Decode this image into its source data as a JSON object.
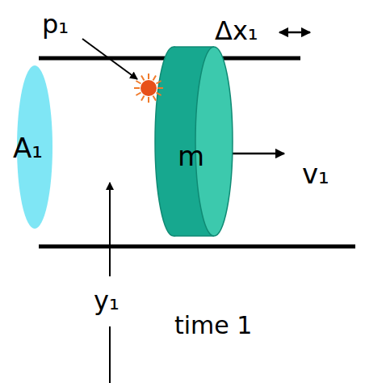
{
  "diagram": {
    "nodes": [
      {
        "text": [
          "A₁"
        ]
      },
      {
        "text": [
          "m"
        ]
      }
    ],
    "labels": [
      "p₁",
      "Δx₁",
      "v₁",
      "y₁",
      "time 1"
    ]
  }
}
